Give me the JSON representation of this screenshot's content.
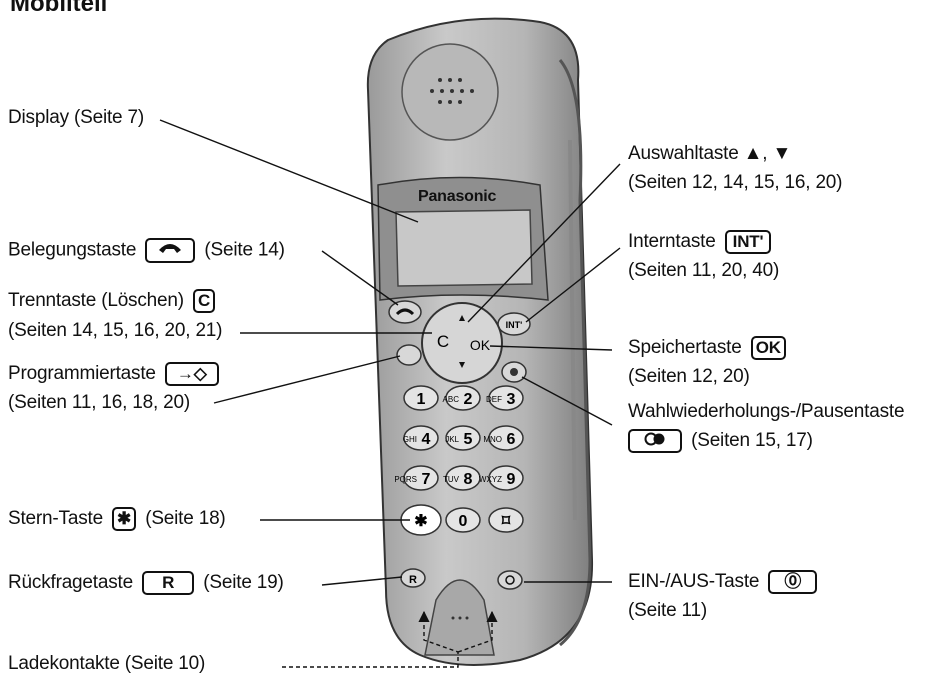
{
  "title": "Mobilteil",
  "phone": {
    "brand": "Panasonic",
    "nav_left": "C",
    "nav_right": "OK",
    "int_key": "INT'",
    "r_key": "R",
    "keypad": [
      {
        "sub": "",
        "digit": "1"
      },
      {
        "sub": "ABC",
        "digit": "2"
      },
      {
        "sub": "DEF",
        "digit": "3"
      },
      {
        "sub": "GHI",
        "digit": "4"
      },
      {
        "sub": "JKL",
        "digit": "5"
      },
      {
        "sub": "MNO",
        "digit": "6"
      },
      {
        "sub": "PQRS",
        "digit": "7"
      },
      {
        "sub": "TUV",
        "digit": "8"
      },
      {
        "sub": "WXYZ",
        "digit": "9"
      },
      {
        "sub": "",
        "digit": "✱"
      },
      {
        "sub": "",
        "digit": "0"
      },
      {
        "sub": "",
        "digit": "⌑"
      }
    ]
  },
  "labels": {
    "display": "Display (Seite 7)",
    "belegung_name": "Belegungstaste",
    "belegung_page": "(Seite 14)",
    "trenn_name": "Trenntaste (Löschen)",
    "trenn_key": "C",
    "trenn_pages": "(Seiten 14, 15, 16, 20, 21)",
    "prog_name": "Programmiertaste",
    "prog_key": "→◇",
    "prog_pages": "(Seiten 11, 16, 18, 20)",
    "stern_name": "Stern-Taste",
    "stern_key": "✱",
    "stern_page": "(Seite 18)",
    "rueck_name": "Rückfragetaste",
    "rueck_key": "R",
    "rueck_page": "(Seite 19)",
    "lade": "Ladekontakte (Seite 10)",
    "auswahl_name": "Auswahltaste ▲, ▼",
    "auswahl_pages": "(Seiten 12, 14, 15, 16, 20)",
    "intern_name": "Interntaste",
    "intern_key": "INT'",
    "intern_pages": "(Seiten 11, 20, 40)",
    "speicher_name": "Speichertaste",
    "speicher_key": "OK",
    "speicher_pages": "(Seiten 12, 20)",
    "wahl_name": "Wahlwiederholungs-/Pausentaste",
    "wahl_pages": "(Seiten 15, 17)",
    "ein_name": "EIN-/AUS-Taste",
    "ein_key": "⓪",
    "ein_page": "(Seite 11)"
  }
}
